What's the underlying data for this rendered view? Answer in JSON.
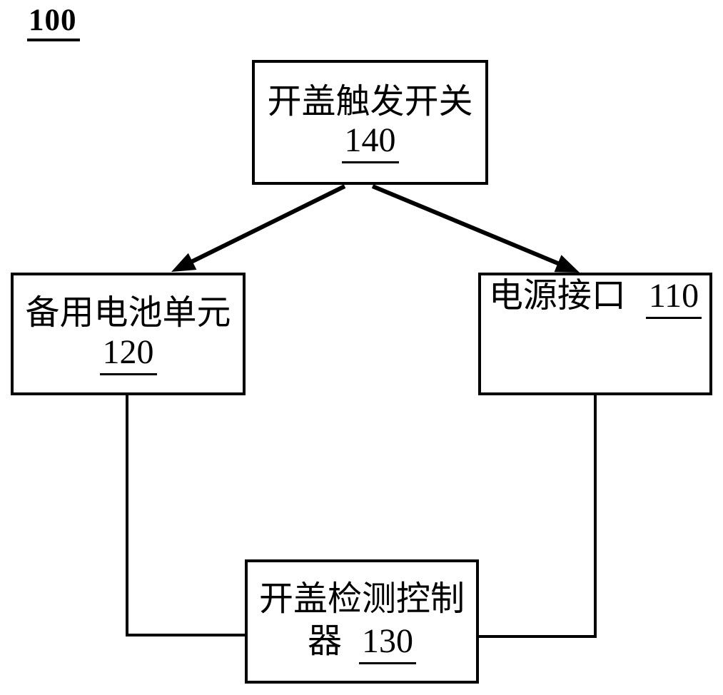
{
  "figure": {
    "label": "100"
  },
  "colors": {
    "line": "#000000",
    "text": "#000000",
    "background": "#ffffff"
  },
  "nodes": {
    "switch": {
      "label": "开盖触发开关",
      "ref": "140"
    },
    "battery": {
      "label": "备用电池单元",
      "ref": "120"
    },
    "power": {
      "label": "电源接口",
      "ref": "110"
    },
    "controller": {
      "label_line1": "开盖检测控制",
      "label_line2": "器",
      "ref": "130"
    }
  },
  "connections": [
    {
      "from": "开盖触发开关 140",
      "to": "备用电池单元 120",
      "type": "arrow"
    },
    {
      "from": "开盖触发开关 140",
      "to": "电源接口 110",
      "type": "arrow"
    },
    {
      "from": "备用电池单元 120",
      "to": "开盖检测控制器 130",
      "type": "line"
    },
    {
      "from": "电源接口 110",
      "to": "开盖检测控制器 130",
      "type": "line"
    }
  ]
}
